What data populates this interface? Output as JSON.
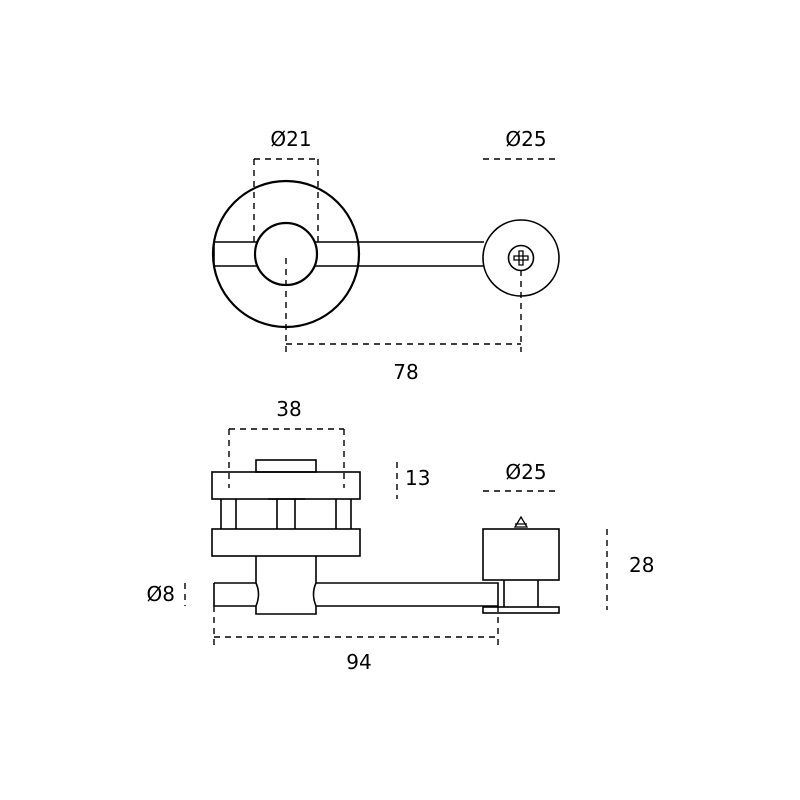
{
  "top_view": {
    "dim_rose_diameter": "Ø21",
    "dim_cover_diameter": "Ø25",
    "dim_center_distance": "78"
  },
  "side_view": {
    "dim_width": "38",
    "dim_thickness": "13",
    "dim_cover_diameter": "Ø25",
    "dim_spindle_diameter": "Ø8",
    "dim_height": "28",
    "dim_length": "94"
  }
}
